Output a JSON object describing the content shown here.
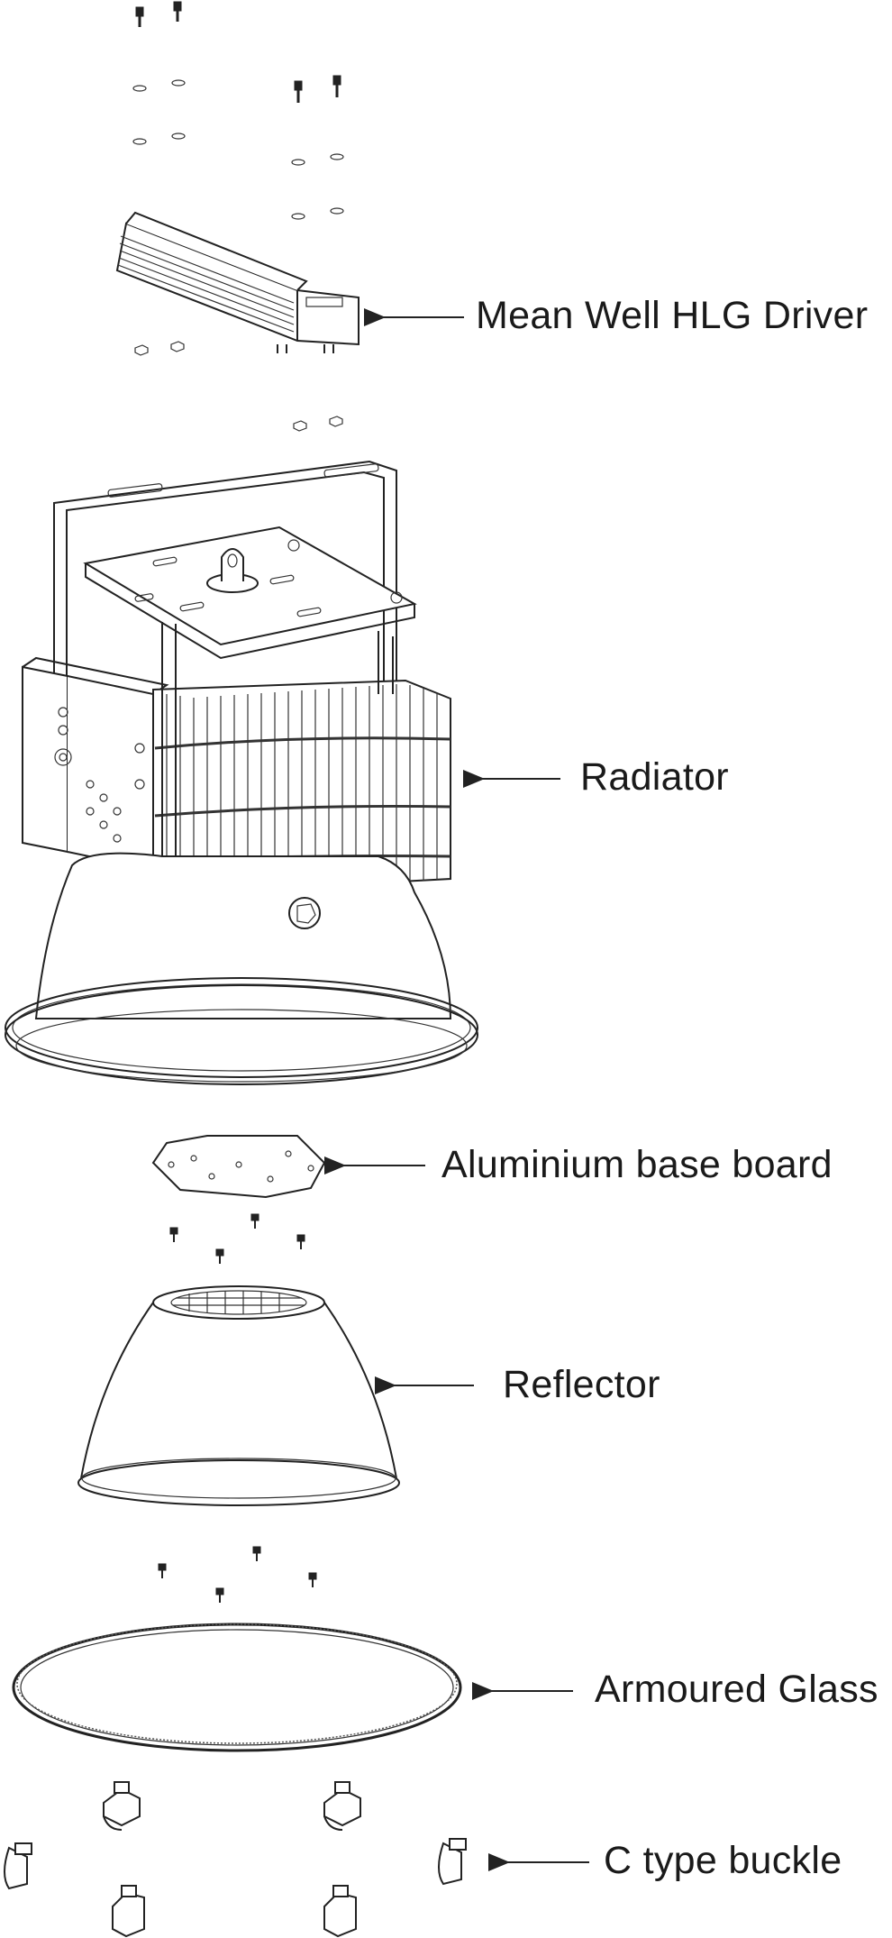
{
  "labels": {
    "driver": "Mean Well HLG Driver",
    "radiator": "Radiator",
    "base_board": "Aluminium base board",
    "reflector": "Reflector",
    "glass": "Armoured Glass",
    "buckle": "C type buckle"
  }
}
